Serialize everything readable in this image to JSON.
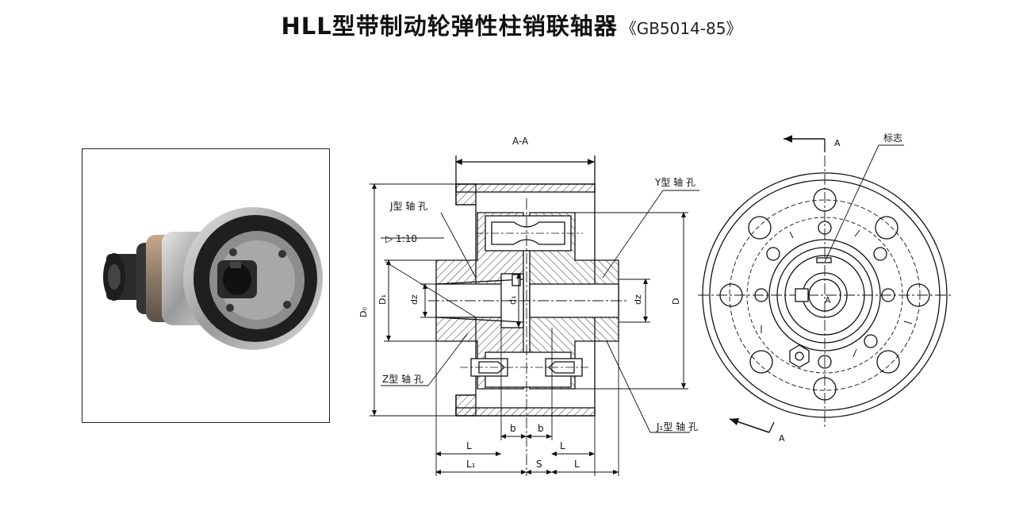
{
  "title": {
    "main": "HLL型带制动轮弹性柱销联轴器",
    "standard": "《GB5014-85》"
  },
  "labels": {
    "section": "A-A",
    "j_hole": "J型 轴 孔",
    "taper": "▷ 1:10",
    "y_hole": "Y型 轴 孔",
    "z_hole": "Z型 轴 孔",
    "j1_hole": "J₁型 轴 孔",
    "marker": "标志",
    "view_a_top": "A",
    "view_a_bottom": "A",
    "center_a": "A",
    "d0": "D₀",
    "d1": "D₁",
    "dz_left": "dz",
    "d1_small": "d₁",
    "dz_right": "dz",
    "d_big": "D",
    "b_left": "b",
    "b_right": "b",
    "l_left": "L",
    "l_right": "L",
    "l1": "L₁",
    "s": "S",
    "l_bottom": "L"
  },
  "colors": {
    "line": "#111111",
    "hatch": "#333333",
    "photo_dark": "#2a2a2a",
    "photo_metal": "#b9b9b9"
  },
  "icons": {
    "coupling_photo": "coupling-photo",
    "section_drawing": "section-drawing",
    "end_view_drawing": "end-view-drawing"
  }
}
